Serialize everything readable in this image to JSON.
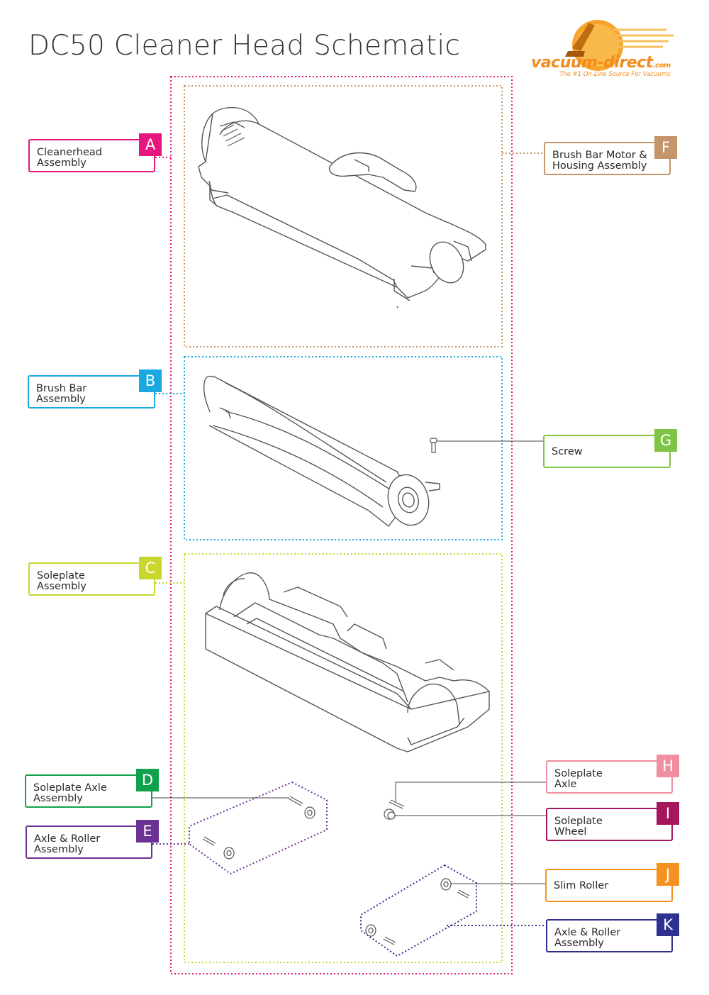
{
  "title": "DC50 Cleaner Head Schematic",
  "logo": {
    "name": "vacuum-direct",
    "suffix": ".com",
    "tagline": "The #1 On-Line Source For Vacuums"
  },
  "labels": {
    "A": {
      "letter": "A",
      "text": "Cleanerhead\nAssembly",
      "color": "#e5177e"
    },
    "B": {
      "letter": "B",
      "text": "Brush Bar\nAssembly",
      "color": "#1ba8e0"
    },
    "C": {
      "letter": "C",
      "text": "Soleplate\nAssembly",
      "color": "#c8d62e"
    },
    "D": {
      "letter": "D",
      "text": "Soleplate Axle\nAssembly",
      "color": "#12a14b"
    },
    "E": {
      "letter": "E",
      "text": "Axle & Roller\nAssembly",
      "color": "#6b3294"
    },
    "F": {
      "letter": "F",
      "text": "Brush Bar Motor &\nHousing Assembly",
      "color": "#c4956a"
    },
    "G": {
      "letter": "G",
      "text": "Screw",
      "color": "#7fc347"
    },
    "H": {
      "letter": "H",
      "text": "Soleplate\nAxle",
      "color": "#ef8fa0"
    },
    "I": {
      "letter": "I",
      "text": "Soleplate\nWheel",
      "color": "#a5175d"
    },
    "J": {
      "letter": "J",
      "text": "Slim Roller",
      "color": "#f39221"
    },
    "K": {
      "letter": "K",
      "text": "Axle & Roller\nAssembly",
      "color": "#2e3191"
    }
  }
}
